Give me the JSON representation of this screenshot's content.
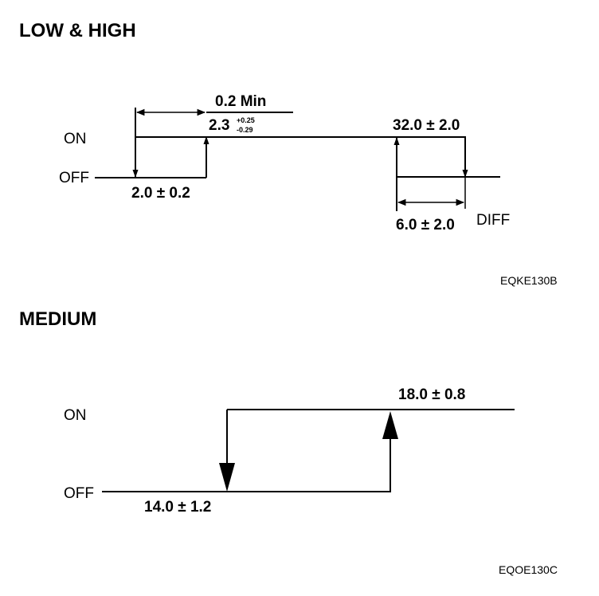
{
  "low_high": {
    "title": "LOW & HIGH",
    "on_label": "ON",
    "off_label": "OFF",
    "min_label": "0.2 Min",
    "on_point_base": "2.3",
    "on_point_tol_plus": "+0.25",
    "on_point_tol_minus": "-0.29",
    "off_point": "2.0 ± 0.2",
    "high_on_point": "32.0 ± 2.0",
    "diff_value": "6.0 ± 2.0",
    "diff_label": "DIFF",
    "code": "EQKE130B"
  },
  "medium": {
    "title": "MEDIUM",
    "on_label": "ON",
    "off_label": "OFF",
    "on_point": "18.0 ± 0.8",
    "off_point": "14.0 ± 1.2",
    "code": "EQOE130C"
  }
}
